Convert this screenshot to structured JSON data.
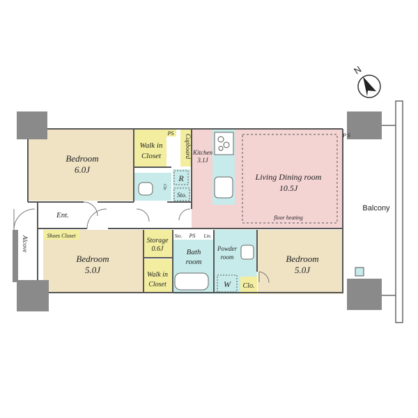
{
  "rooms": {
    "bedroom_nw": {
      "name": "Bedroom",
      "size": "6.0J"
    },
    "walk_in_closet_n": {
      "name_line1": "Walk in",
      "name_line2": "Closet"
    },
    "ps_n": "PS",
    "cupboard": "Cupboard",
    "kitchen": {
      "name": "Kitchen",
      "size": "3.1J"
    },
    "fridge": "R",
    "storage_n": "Sto.",
    "ps_e": "P S",
    "living": {
      "name": "Living Dining room",
      "size": "10.5J",
      "note": "floor heating"
    },
    "balcony": "Balcony",
    "entrance": "Ent.",
    "shoes_closet": "Shoes Closet",
    "alcove": "Alcove",
    "bedroom_sw": {
      "name": "Bedroom",
      "size": "5.0J"
    },
    "storage_mid": {
      "name": "Storage",
      "size": "0.6J"
    },
    "walk_in_closet_s": {
      "name_line1": "Walk in",
      "name_line2": "Closet"
    },
    "sto_small": "Sto.",
    "ps_small": "PS",
    "lin_small": "Lin.",
    "bath": {
      "name_line1": "Bath",
      "name_line2": "room"
    },
    "powder": {
      "name_line1": "Powder",
      "name_line2": "room"
    },
    "washer": "W",
    "bedroom_se": {
      "name": "Bedroom",
      "size": "5.0J"
    },
    "closet_se": "Clo.",
    "closet_small": "Clo"
  },
  "compass": {
    "label": "N"
  },
  "colors": {
    "wall": "#8a8a8a",
    "bedroom": "#efe3c4",
    "closet": "#f3ee9f",
    "wet": "#c7ebea",
    "living": "#f4d3d3",
    "hall": "#ffffff"
  }
}
